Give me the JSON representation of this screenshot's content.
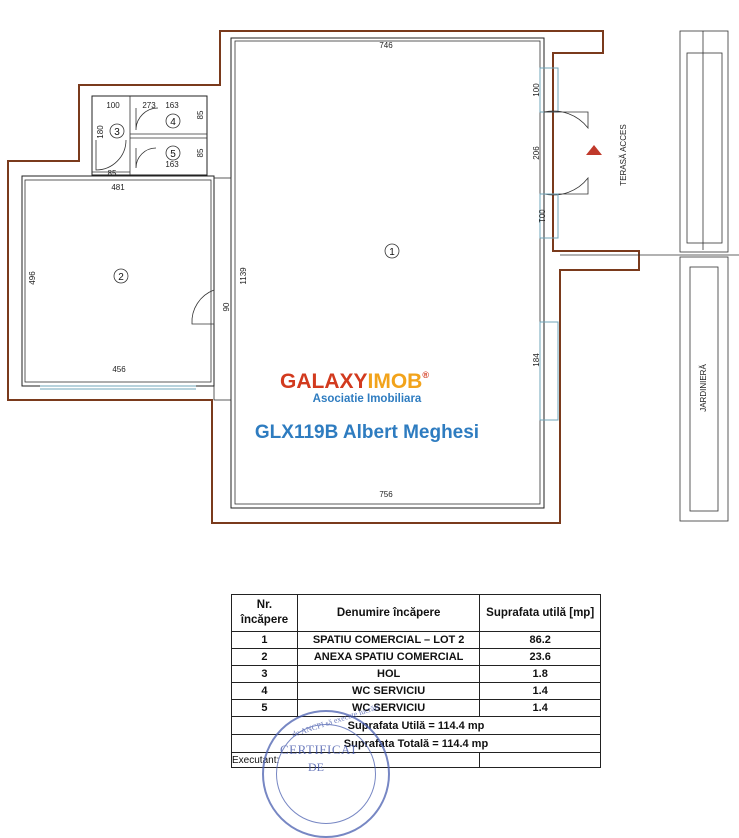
{
  "plan": {
    "dimensions": {
      "top_width": "746",
      "bottom_width": "756",
      "height_main": "1139",
      "wall_side_top": "100",
      "door_width": "206",
      "wall_side_mid": "001",
      "window_side": "184",
      "door_room2": "90",
      "room2_top": "481",
      "room2_bottom": "456",
      "room2_height": "496",
      "hall_top_left": "100",
      "hall_top_mid": "273",
      "hall_top_right": "163",
      "hall_left": "180",
      "hall_bottom": "85",
      "wc4_side": "85",
      "wc5_side": "85",
      "wc5_width": "163"
    },
    "room_numbers": [
      "1",
      "2",
      "3",
      "4",
      "5"
    ],
    "labels": {
      "terrace": "TERASĂ ACCES",
      "planter": "JARDINIERĂ"
    }
  },
  "watermark": {
    "brand_part1": "GALAXY",
    "brand_part2": "IMOB",
    "registered": "®",
    "tagline": "Asociatie Imobiliara",
    "listing": "GLX119B Albert Meghesi",
    "colors": {
      "brand_red": "#d23a1e",
      "brand_orange": "#f2a31b",
      "brand_blue": "#2e7cc0"
    }
  },
  "table": {
    "headers": {
      "nr": "Nr. încăpere",
      "name": "Denumire încăpere",
      "area": "Suprafata utilă [mp]"
    },
    "rows": [
      {
        "nr": "1",
        "name": "SPATIU COMERCIAL – LOT 2",
        "area": "86.2"
      },
      {
        "nr": "2",
        "name": "ANEXA SPATIU COMERCIAL",
        "area": "23.6"
      },
      {
        "nr": "3",
        "name": "HOL",
        "area": "1.8"
      },
      {
        "nr": "4",
        "name": "WC SERVICIU",
        "area": "1.4"
      },
      {
        "nr": "5",
        "name": "WC SERVICIU",
        "area": "1.4"
      }
    ],
    "total_useful": "Suprafata Utilă  =  114.4 mp",
    "total_overall": "Suprafata Totală  =  114.4 mp",
    "executant": "Executant:"
  },
  "stamp": {
    "arc_text": "de ANCPI să execute lucrări",
    "main_text": "CERTIFICAT",
    "sub_text": "DE"
  }
}
